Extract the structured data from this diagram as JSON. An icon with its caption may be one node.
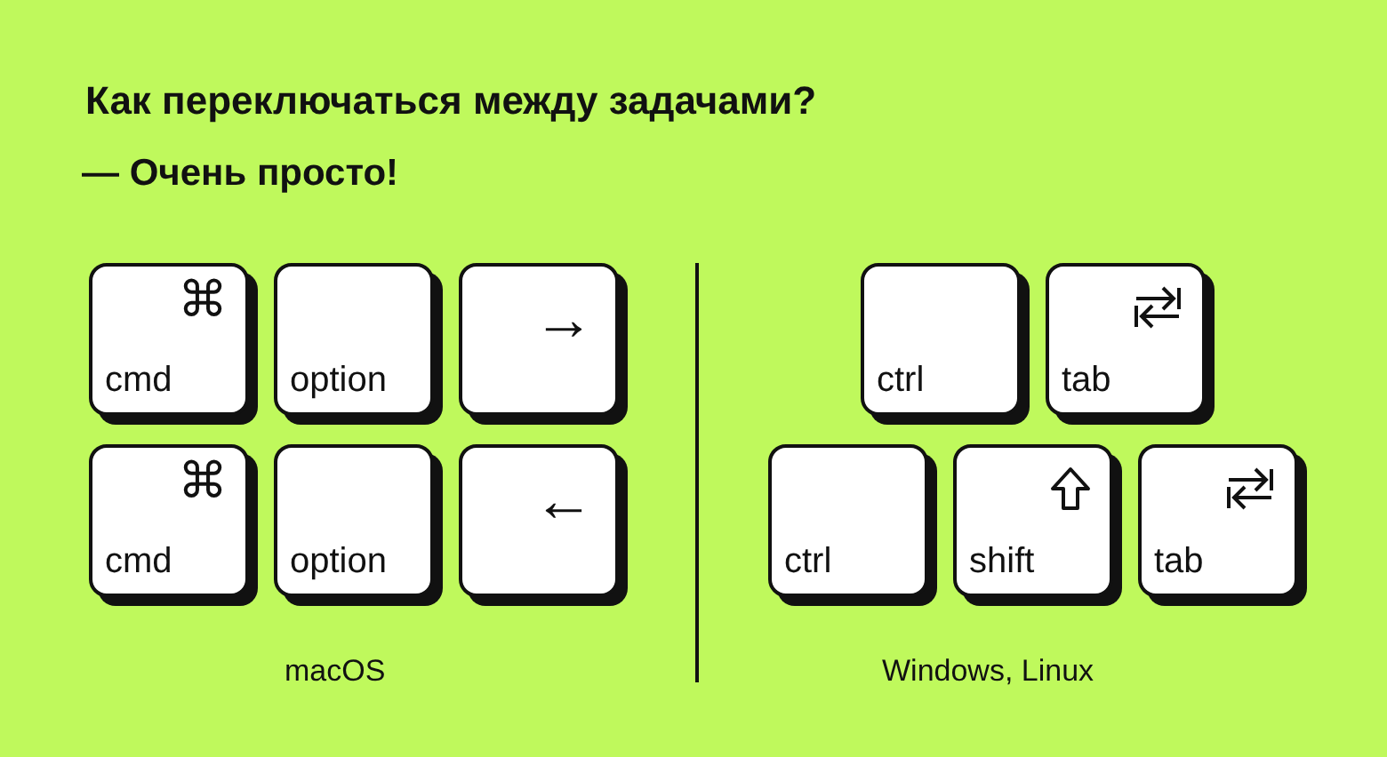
{
  "diagram": {
    "title": "Как переключаться между задачами?",
    "nodes": [
      {
        "text": [
          "⌘",
          "cmd"
        ]
      },
      {
        "text": [
          "option"
        ]
      },
      {
        "text": [
          "→"
        ]
      },
      {
        "text": [
          "⌘",
          "cmd"
        ]
      },
      {
        "text": [
          "option"
        ]
      },
      {
        "text": [
          "←"
        ]
      },
      {
        "text": [
          "ctrl"
        ]
      },
      {
        "text": [
          "tab"
        ]
      },
      {
        "text": [
          "ctrl"
        ]
      },
      {
        "text": [
          "shift"
        ]
      },
      {
        "text": [
          "tab"
        ]
      }
    ],
    "labels": [
      "— Очень просто!",
      "macOS",
      "Windows, Linux"
    ]
  }
}
